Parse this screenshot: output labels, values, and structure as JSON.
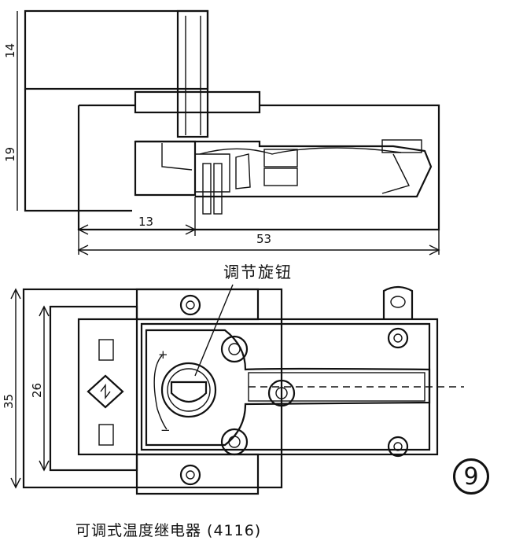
{
  "dimensions": {
    "side_height_top": "14",
    "side_height_bottom": "19",
    "side_inner_width": "13",
    "side_total_width": "53",
    "front_outer_height": "35",
    "front_inner_height": "26"
  },
  "labels": {
    "knob_callout": "调节旋钮",
    "caption": "可调式温度继电器 (4116)",
    "figure_number": "9",
    "knob_plus": "+",
    "knob_minus": "−"
  }
}
